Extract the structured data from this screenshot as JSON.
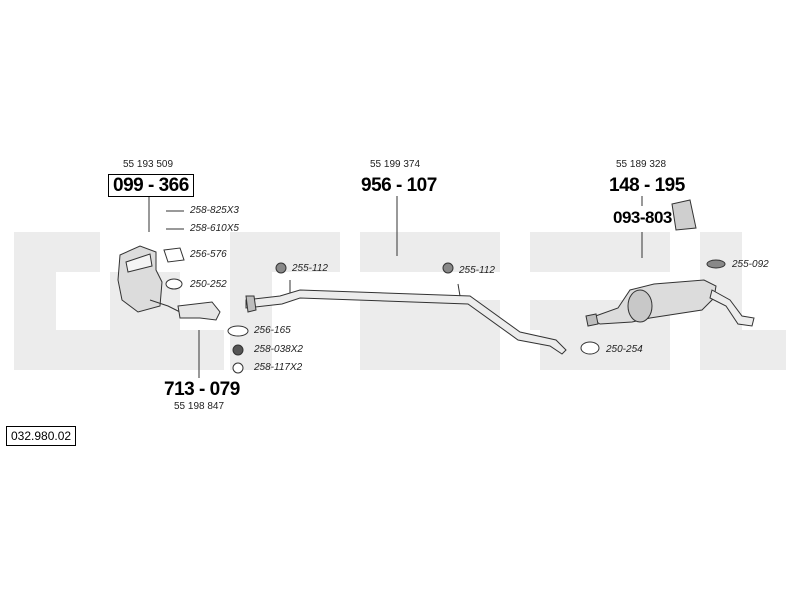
{
  "diagram_ref": "032.980.02",
  "front": {
    "oe_number": "55 193 509",
    "part_number": "099 - 366",
    "accessories": [
      "258-825X3",
      "258-610X5",
      "256-576",
      "250-252"
    ]
  },
  "front_pipe": {
    "part_number": "713 - 079",
    "oe_number": "55 198 847",
    "accessories": [
      "256-165",
      "258-038X2",
      "258-117X2"
    ]
  },
  "middle": {
    "oe_number": "55 199 374",
    "part_number": "956 - 107",
    "hanger_left": "255-112",
    "hanger_right": "255-112"
  },
  "rear": {
    "oe_number": "55 189 328",
    "part_number": "148 - 195",
    "mounting_kit": "093-803",
    "hanger": "255-092",
    "clamp": "250-254"
  },
  "colors": {
    "line": "#333333",
    "watermark": "#ececec",
    "part_fill": "#dcdcdc"
  }
}
